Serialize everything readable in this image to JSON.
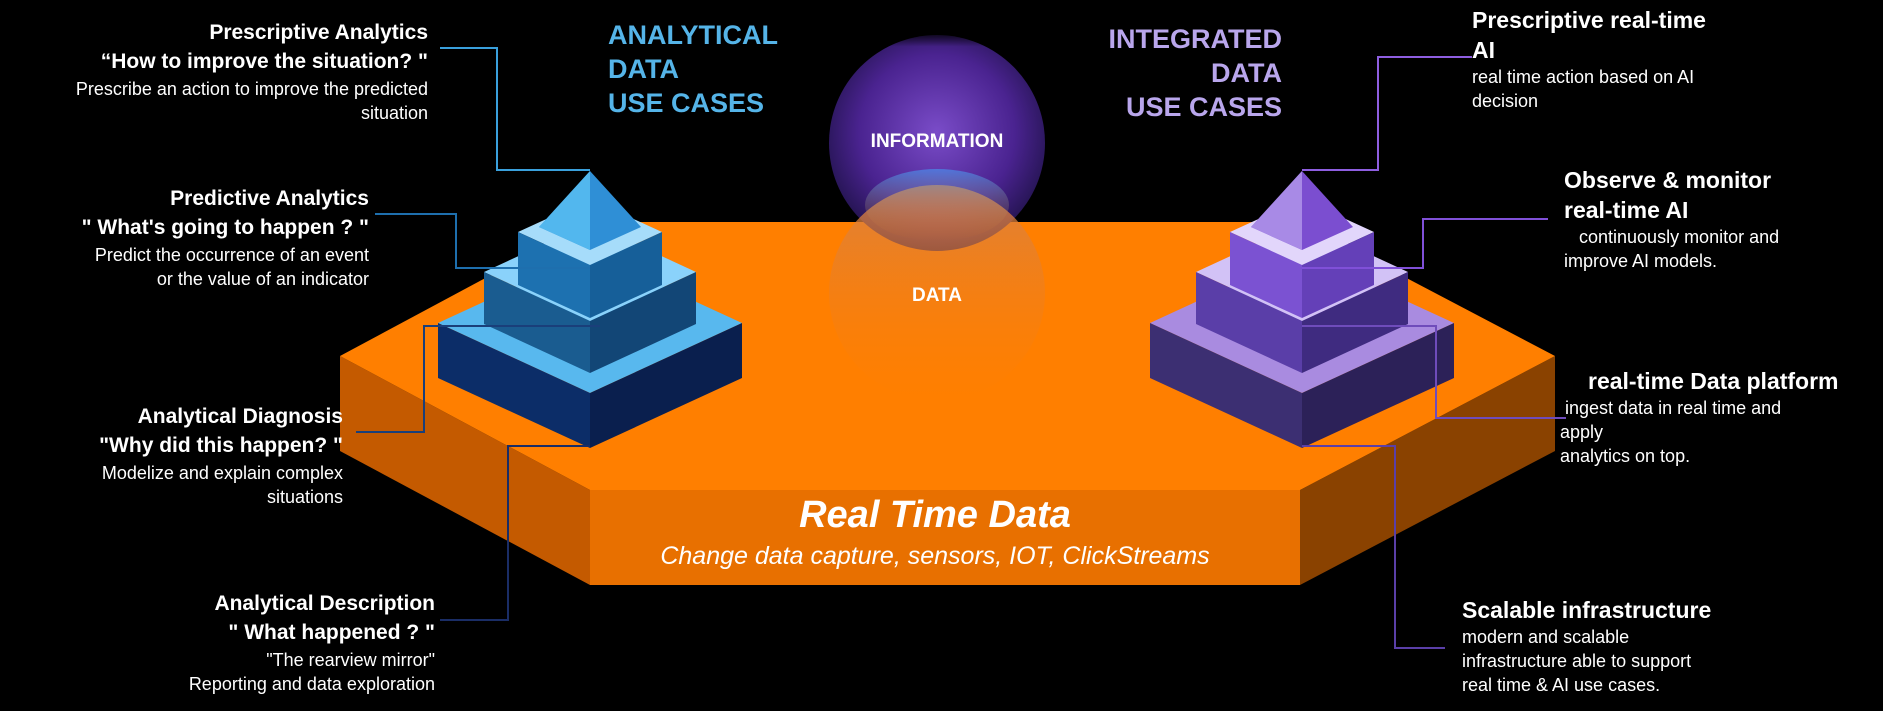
{
  "headings": {
    "analytical": [
      "ANALYTICAL",
      "DATA",
      "USE CASES"
    ],
    "integrated": [
      "INTEGRATED",
      "DATA",
      "USE CASES"
    ]
  },
  "circles": {
    "top": "INFORMATION",
    "bottom": "DATA"
  },
  "platform": {
    "title": "Real Time Data",
    "subtitle": "Change data capture, sensors, IOT, ClickStreams"
  },
  "left": [
    {
      "title": "Prescriptive Analytics",
      "question": "“How to improve the situation? \"",
      "desc": [
        "Prescribe an action to improve the predicted",
        "situation"
      ]
    },
    {
      "title": "Predictive Analytics",
      "question": "\" What's going to happen ? \"",
      "desc": [
        "Predict the occurrence of an event",
        "or the value of an indicator"
      ]
    },
    {
      "title": "Analytical Diagnosis",
      "question": "\"Why did this happen? \"",
      "desc": [
        "Modelize and explain  complex",
        "situations"
      ]
    },
    {
      "title": "Analytical Description",
      "question": "\" What happened ? \"",
      "desc": [
        "\"The rearview mirror\"",
        "Reporting and data exploration"
      ]
    }
  ],
  "right": [
    {
      "title": [
        "Prescriptive real-time",
        "AI"
      ],
      "desc": [
        "real time action based on AI",
        "decision"
      ]
    },
    {
      "title": [
        "Observe & monitor",
        "real-time AI"
      ],
      "desc": [
        "   continuously monitor and",
        "improve AI models."
      ]
    },
    {
      "title": [
        "real-time Data platform"
      ],
      "desc": [
        " ingest data in real time and",
        "apply",
        "analytics on top."
      ]
    },
    {
      "title": [
        "Scalable infrastructure"
      ],
      "desc": [
        "modern and scalable",
        "infrastructure able to support",
        "real time & AI use cases."
      ]
    }
  ],
  "colors": {
    "platform_top": "#ff7f00",
    "platform_front": "#e06800",
    "platform_left": "#c45a00",
    "platform_right": "#8c4100",
    "analytical": "#55b4e8",
    "integrated": "#b9a6ec",
    "circle_info": "#5a2d9e",
    "circle_data": "#c8743a"
  }
}
